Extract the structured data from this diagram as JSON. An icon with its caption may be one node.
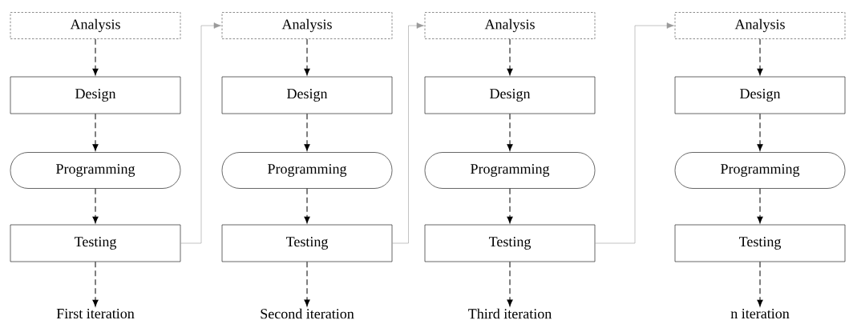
{
  "diagram": {
    "nodes": [
      {
        "text": [
          "Analysis"
        ]
      },
      {
        "text": [
          "Design"
        ]
      },
      {
        "text": [
          "Programming"
        ]
      },
      {
        "text": [
          "Testing"
        ]
      },
      {
        "text": [
          "First iteration"
        ]
      },
      {
        "text": [
          "Analysis"
        ]
      },
      {
        "text": [
          "Design"
        ]
      },
      {
        "text": [
          "Programming"
        ]
      },
      {
        "text": [
          "Testing"
        ]
      },
      {
        "text": [
          "Second iteration"
        ]
      },
      {
        "text": [
          "Analysis"
        ]
      },
      {
        "text": [
          "Design"
        ]
      },
      {
        "text": [
          "Programming"
        ]
      },
      {
        "text": [
          "Testing"
        ]
      },
      {
        "text": [
          "Third iteration"
        ]
      },
      {
        "text": [
          "Analysis"
        ]
      },
      {
        "text": [
          "Design"
        ]
      },
      {
        "text": [
          "Programming"
        ]
      },
      {
        "text": [
          "Testing"
        ]
      },
      {
        "text": [
          "n iteration"
        ]
      }
    ],
    "edges": [
      {
        "from": 0,
        "to": 1,
        "arrow": "to",
        "style": "dashed"
      },
      {
        "from": 1,
        "to": 2,
        "arrow": "to",
        "style": "dashed"
      },
      {
        "from": 2,
        "to": 3,
        "arrow": "to",
        "style": "dashed"
      },
      {
        "from": 3,
        "to": 4,
        "arrow": "to",
        "style": "dashed"
      },
      {
        "from": 3,
        "to": 5,
        "arrow": "to",
        "color": "#9a9a9a"
      },
      {
        "from": 5,
        "to": 6,
        "arrow": "to",
        "style": "dashed"
      },
      {
        "from": 6,
        "to": 7,
        "arrow": "to",
        "style": "dashed"
      },
      {
        "from": 7,
        "to": 8,
        "arrow": "to",
        "style": "dashed"
      },
      {
        "from": 8,
        "to": 9,
        "arrow": "to",
        "style": "dashed"
      },
      {
        "from": 8,
        "to": 10,
        "arrow": "to",
        "color": "#9a9a9a"
      },
      {
        "from": 10,
        "to": 11,
        "arrow": "to",
        "style": "dashed"
      },
      {
        "from": 11,
        "to": 12,
        "arrow": "to",
        "style": "dashed"
      },
      {
        "from": 12,
        "to": 13,
        "arrow": "to",
        "style": "dashed"
      },
      {
        "from": 13,
        "to": 14,
        "arrow": "to",
        "style": "dashed"
      },
      {
        "from": 13,
        "to": 15,
        "arrow": "to",
        "color": "#9a9a9a"
      },
      {
        "from": 15,
        "to": 16,
        "arrow": "to",
        "style": "dashed"
      },
      {
        "from": 16,
        "to": 17,
        "arrow": "to",
        "style": "dashed"
      },
      {
        "from": 17,
        "to": 18,
        "arrow": "to",
        "style": "dashed"
      },
      {
        "from": 18,
        "to": 19,
        "arrow": "to",
        "style": "dashed"
      }
    ]
  }
}
